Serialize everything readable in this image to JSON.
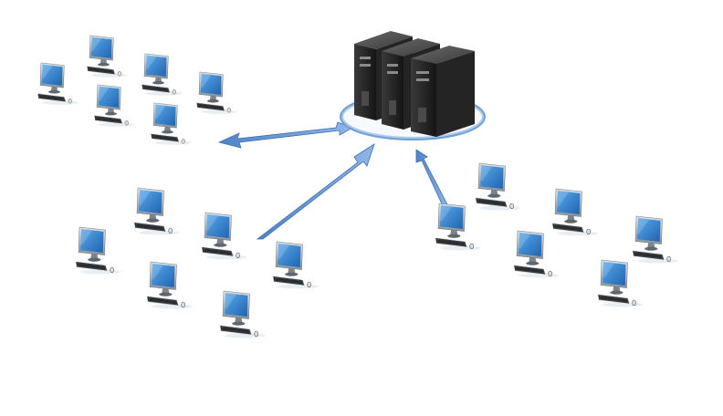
{
  "diagram": {
    "type": "client-server-network",
    "server": {
      "units": 3,
      "icon": "server-tower-icon"
    },
    "clusters": [
      {
        "name": "top-left",
        "workstations": 6,
        "links_to_server": "bidirectional"
      },
      {
        "name": "bottom-left",
        "workstations": 6,
        "links_to_server": "toward-server"
      },
      {
        "name": "right",
        "workstations": 6,
        "links_to_server": "toward-server"
      }
    ],
    "workstation_icon": "desktop-computer-icon",
    "colors": {
      "screen": "#2f7fc9",
      "screen_dark": "#1d5fa3",
      "monitor_frame": "#9aa3ab",
      "server_body": "#2a2a2a",
      "arrow": "#5b8fd4",
      "ring": "#6f9fd8"
    }
  }
}
